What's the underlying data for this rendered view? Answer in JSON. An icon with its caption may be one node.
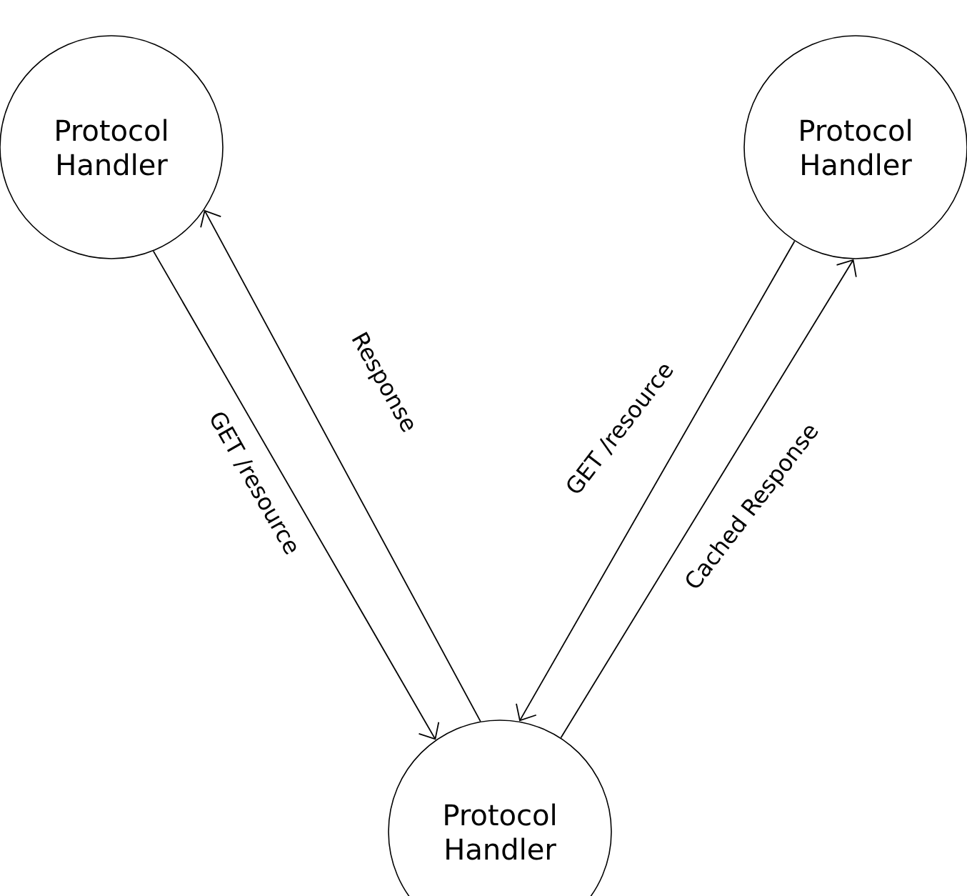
{
  "diagram": {
    "nodes": [
      {
        "text": [
          "Protocol Handler"
        ]
      },
      {
        "text": [
          "Protocol Handler"
        ]
      },
      {
        "text": [
          "Protocol Handler"
        ]
      }
    ],
    "edges": [
      {
        "from": 0,
        "to": 2,
        "arrow": "to",
        "label": "GET /resource"
      },
      {
        "from": 2,
        "to": 0,
        "arrow": "to",
        "label": "Response"
      },
      {
        "from": 1,
        "to": 2,
        "arrow": "to",
        "label": "GET /resource"
      },
      {
        "from": 2,
        "to": 1,
        "arrow": "to",
        "label": "Cached Response"
      }
    ]
  }
}
